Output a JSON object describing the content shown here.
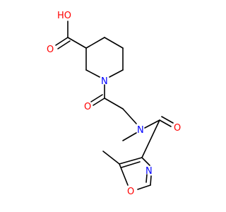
{
  "molecule": {
    "colors": {
      "bond": "#000000",
      "oxygen": "#ff0000",
      "nitrogen": "#0000ff",
      "carbon": "#000000"
    },
    "labels": {
      "acid_oh": "HO",
      "acid_carbonyl_o": "O",
      "piperidine_n": "N",
      "amide1_o": "O",
      "amine_n": "N",
      "amide2_o": "O",
      "oxazole_n": "N",
      "oxazole_o": "O"
    }
  }
}
